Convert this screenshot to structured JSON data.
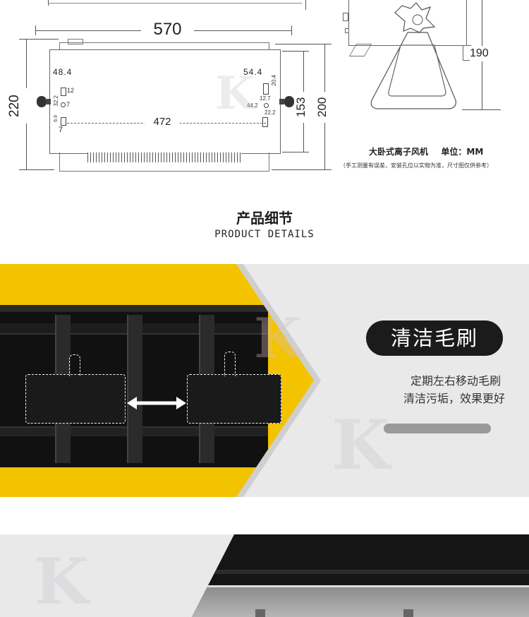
{
  "drawing": {
    "width_overall": "570",
    "height_overall": "220",
    "height_right": "200",
    "height_inner": "153",
    "width_inner": "472",
    "left_top": "48.4",
    "right_top": "54.4",
    "hole_12": "12",
    "hole_7a": "7",
    "hole_32": "32.2",
    "hole_69": "6.9",
    "hole_7b": "7",
    "r_204": "20.4",
    "r_127": "12.7",
    "r_442": "44.2",
    "r_222": "22.2",
    "side_height": "190",
    "caption_title": "大卧式离子风机",
    "caption_unit": "单位：MM",
    "caption_note": "（手工测量有误差，安装孔位以实物为准，尺寸图仅供参考）"
  },
  "section": {
    "title_cn": "产品细节",
    "title_en": "PRODUCT DETAILS"
  },
  "feature1": {
    "badge": "清洁毛刷",
    "line1": "定期左右移动毛刷",
    "line2": "清洁污垢，效果更好"
  },
  "colors": {
    "yellow": "#f5c400",
    "badge_bg": "#1b1b1b",
    "panel_grey": "#e9e9e9",
    "bar_grey": "#9a9a9a"
  }
}
